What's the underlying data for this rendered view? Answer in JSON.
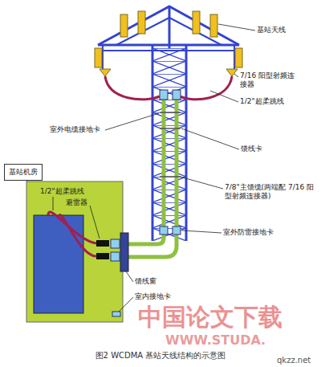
{
  "diagram": {
    "caption": "图2 WCDMA 基站天线结构的示意图",
    "nodes": [
      {
        "text": [
          "基站机房"
        ]
      }
    ],
    "labels": [
      "基站天线",
      "7/16 阳型射频连接器",
      "1/2\"超柔跳线",
      "室外电缆接地卡",
      "馈线卡",
      "7/8\"主馈缆(两端配 7/16 阳型射频连接器)",
      "室外防雷接地卡",
      "1/2\"超柔跳线",
      "避雷器",
      "馈线窗",
      "室内接地卡",
      "中国论文下载",
      "WWW.STUDA.",
      "qkzz.net"
    ]
  }
}
